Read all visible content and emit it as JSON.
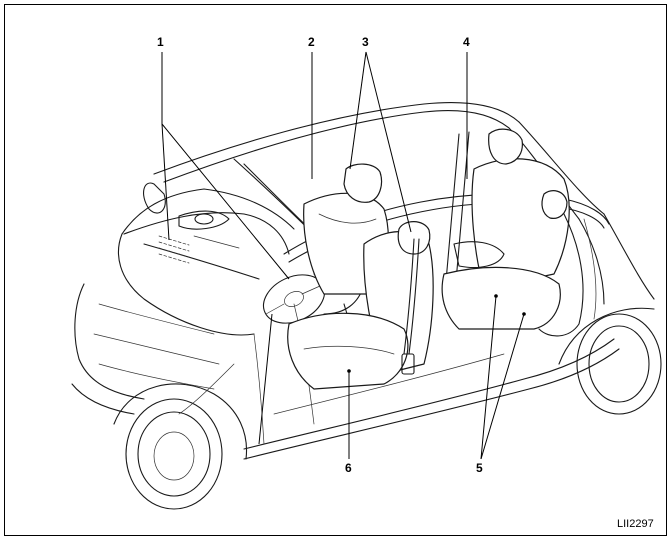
{
  "callouts": [
    {
      "id": "1",
      "label": "1"
    },
    {
      "id": "2",
      "label": "2"
    },
    {
      "id": "3",
      "label": "3"
    },
    {
      "id": "4",
      "label": "4"
    },
    {
      "id": "5",
      "label": "5"
    },
    {
      "id": "6",
      "label": "6"
    }
  ],
  "figure_code": "LII2297",
  "colors": {
    "line": "#1a1a1a",
    "background": "#ffffff",
    "border": "#000000"
  }
}
